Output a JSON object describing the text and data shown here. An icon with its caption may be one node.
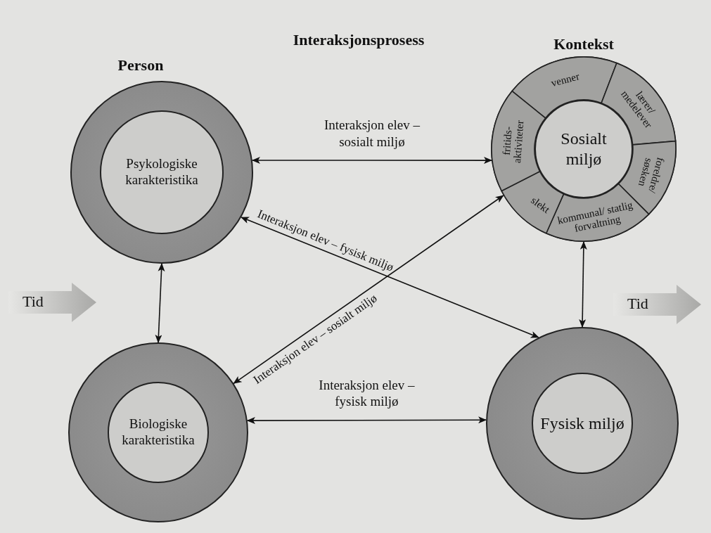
{
  "diagram": {
    "nodes": [
      {
        "text": [],
        "shape": "circle"
      },
      {
        "text": [
          "Psykologiske karakteristika"
        ],
        "in": 0
      },
      {
        "text": [],
        "shape": "circle"
      },
      {
        "text": [
          "venner"
        ],
        "in": 2
      },
      {
        "text": [
          "lærer/ medelever"
        ],
        "in": 2
      },
      {
        "text": [
          "foreldre/ søsken"
        ],
        "in": 2
      },
      {
        "text": [
          "kommunal/ statlig forvaltning"
        ],
        "in": 2
      },
      {
        "text": [
          "slekt"
        ],
        "in": 2
      },
      {
        "text": [
          "fritids- aktiviteter"
        ],
        "in": 2
      },
      {
        "text": [
          "Sosialt miljø"
        ],
        "in": 2
      },
      {
        "text": [
          "Tid"
        ]
      },
      {
        "text": [
          "Tid"
        ]
      },
      {
        "text": [],
        "shape": "circle"
      },
      {
        "text": [
          "Biologiske karakteristika"
        ],
        "in": 12
      },
      {
        "text": [],
        "shape": "circle"
      },
      {
        "text": [
          "Fysisk miljø"
        ],
        "in": 14
      }
    ],
    "edges": [
      {
        "from": 0,
        "to": 2,
        "arrow": "both",
        "label": "Interaksjon elev – sosialt miljø"
      },
      {
        "from": 0,
        "to": 14,
        "arrow": "both",
        "label": "Interaksjon elev – fysisk miljø"
      },
      {
        "from": 12,
        "to": 2,
        "arrow": "both",
        "label": "Interaksjon elev – sosialt miljø"
      },
      {
        "from": 0,
        "to": 12,
        "arrow": "both"
      },
      {
        "from": 2,
        "to": 14,
        "arrow": "both"
      },
      {
        "from": 12,
        "to": 14,
        "arrow": "both",
        "label": "Interaksjon elev – fysisk miljø"
      }
    ],
    "labels": [
      "Person",
      "Interaksjonsprosess",
      "Kontekst"
    ]
  }
}
